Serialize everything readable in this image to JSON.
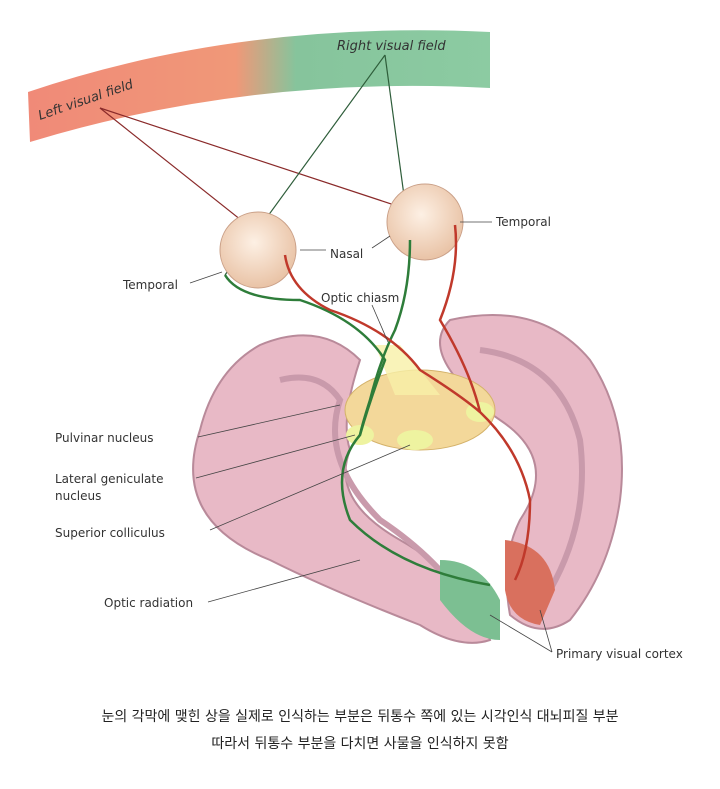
{
  "diagram": {
    "visual_fields": {
      "left": "Left visual field",
      "right": "Right visual field"
    },
    "labels": {
      "temporal_right": "Temporal",
      "nasal": "Nasal",
      "temporal_left": "Temporal",
      "optic_chiasm": "Optic chiasm",
      "pulvinar_nucleus": "Pulvinar nucleus",
      "lateral_geniculate_line1": "Lateral geniculate",
      "lateral_geniculate_line2": "nucleus",
      "superior_colliculus": "Superior colliculus",
      "optic_radiation": "Optic radiation",
      "primary_visual_cortex": "Primary visual cortex"
    },
    "colors": {
      "left_pathway": "#c0392b",
      "right_pathway": "#2e7d3a",
      "brain": "#e8b9c6",
      "field_left": "#f08a78",
      "field_right": "#7fc39a"
    }
  },
  "caption": {
    "line1": "눈의 각막에 맺힌 상을 실제로 인식하는 부분은 뒤통수 쪽에 있는 시각인식 대뇌피질 부분",
    "line2": "따라서 뒤통수 부분을 다치면 사물을 인식하지 못함"
  }
}
